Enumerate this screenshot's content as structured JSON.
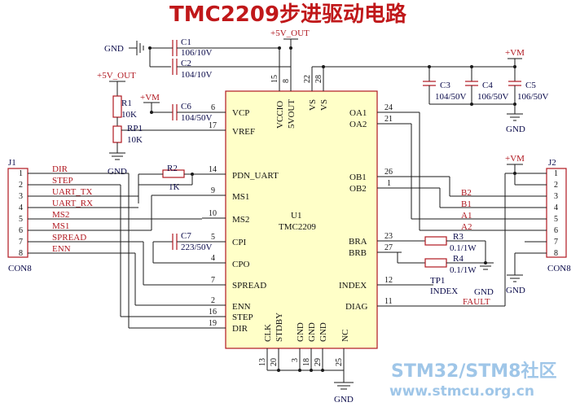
{
  "title": "TMC2209步进驱动电路",
  "watermark": {
    "line1": "STM32/STM8社区",
    "line2": "www.stmcu.org.cn"
  },
  "chip": {
    "ref": "U1",
    "part": "TMC2209",
    "left_pins": [
      {
        "num": "6",
        "name": "VCP"
      },
      {
        "num": "17",
        "name": "VREF"
      },
      {
        "num": "14",
        "name": "PDN_UART"
      },
      {
        "num": "9",
        "name": "MS1"
      },
      {
        "num": "10",
        "name": "MS2"
      },
      {
        "num": "5",
        "name": "CPI"
      },
      {
        "num": "4",
        "name": "CPO"
      },
      {
        "num": "7",
        "name": "SPREAD"
      },
      {
        "num": "2",
        "name": "ENN"
      },
      {
        "num": "16",
        "name": "STEP"
      },
      {
        "num": "19",
        "name": "DIR"
      }
    ],
    "right_pins": [
      {
        "num": "24",
        "name": "OA1"
      },
      {
        "num": "21",
        "name": "OA2"
      },
      {
        "num": "26",
        "name": "OB1"
      },
      {
        "num": "1",
        "name": "OB2"
      },
      {
        "num": "23",
        "name": "BRA"
      },
      {
        "num": "27",
        "name": "BRB"
      },
      {
        "num": "12",
        "name": "INDEX"
      },
      {
        "num": "11",
        "name": "DIAG"
      }
    ],
    "top_pins": [
      {
        "num": "15",
        "name": "VCCIO"
      },
      {
        "num": "8",
        "name": "5VOUT"
      },
      {
        "num": "22",
        "name": "VS"
      },
      {
        "num": "28",
        "name": "VS"
      }
    ],
    "bottom_pins": [
      {
        "num": "13",
        "name": "CLK"
      },
      {
        "num": "20",
        "name": "STDBY"
      },
      {
        "num": "3",
        "name": "GND"
      },
      {
        "num": "18",
        "name": "GND"
      },
      {
        "num": "29",
        "name": "GND"
      },
      {
        "num": "25",
        "name": "NC"
      }
    ]
  },
  "j1": {
    "ref": "J1",
    "type": "CON8",
    "pins": [
      "1",
      "2",
      "3",
      "4",
      "5",
      "6",
      "7",
      "8"
    ],
    "signals": [
      "DIR",
      "STEP",
      "UART_TX",
      "UART_RX",
      "MS2",
      "MS1",
      "SPREAD",
      "ENN"
    ]
  },
  "j2": {
    "ref": "J2",
    "type": "CON8",
    "pins": [
      "1",
      "2",
      "3",
      "4",
      "5",
      "6",
      "7",
      "8"
    ],
    "signals": [
      "B2",
      "B1",
      "A1",
      "A2"
    ]
  },
  "components": {
    "C1": {
      "ref": "C1",
      "value": "106/10V"
    },
    "C2": {
      "ref": "C2",
      "value": "104/10V"
    },
    "C3": {
      "ref": "C3",
      "value": "104/50V"
    },
    "C4": {
      "ref": "C4",
      "value": "106/50V"
    },
    "C5": {
      "ref": "C5",
      "value": "106/50V"
    },
    "C6": {
      "ref": "C6",
      "value": "104/50V"
    },
    "C7": {
      "ref": "C7",
      "value": "223/50V"
    },
    "R1": {
      "ref": "R1",
      "value": "10K"
    },
    "RP1": {
      "ref": "RP1",
      "value": "10K"
    },
    "R2": {
      "ref": "R2",
      "value": "1K"
    },
    "R3": {
      "ref": "R3",
      "value": "0.1/1W"
    },
    "R4": {
      "ref": "R4",
      "value": "0.1/1W"
    },
    "TP1": {
      "ref": "TP1",
      "value": "INDEX"
    }
  },
  "nets": {
    "gnd": "GND",
    "p5v": "+5V_OUT",
    "vm": "+VM",
    "fault": "FAULT"
  }
}
